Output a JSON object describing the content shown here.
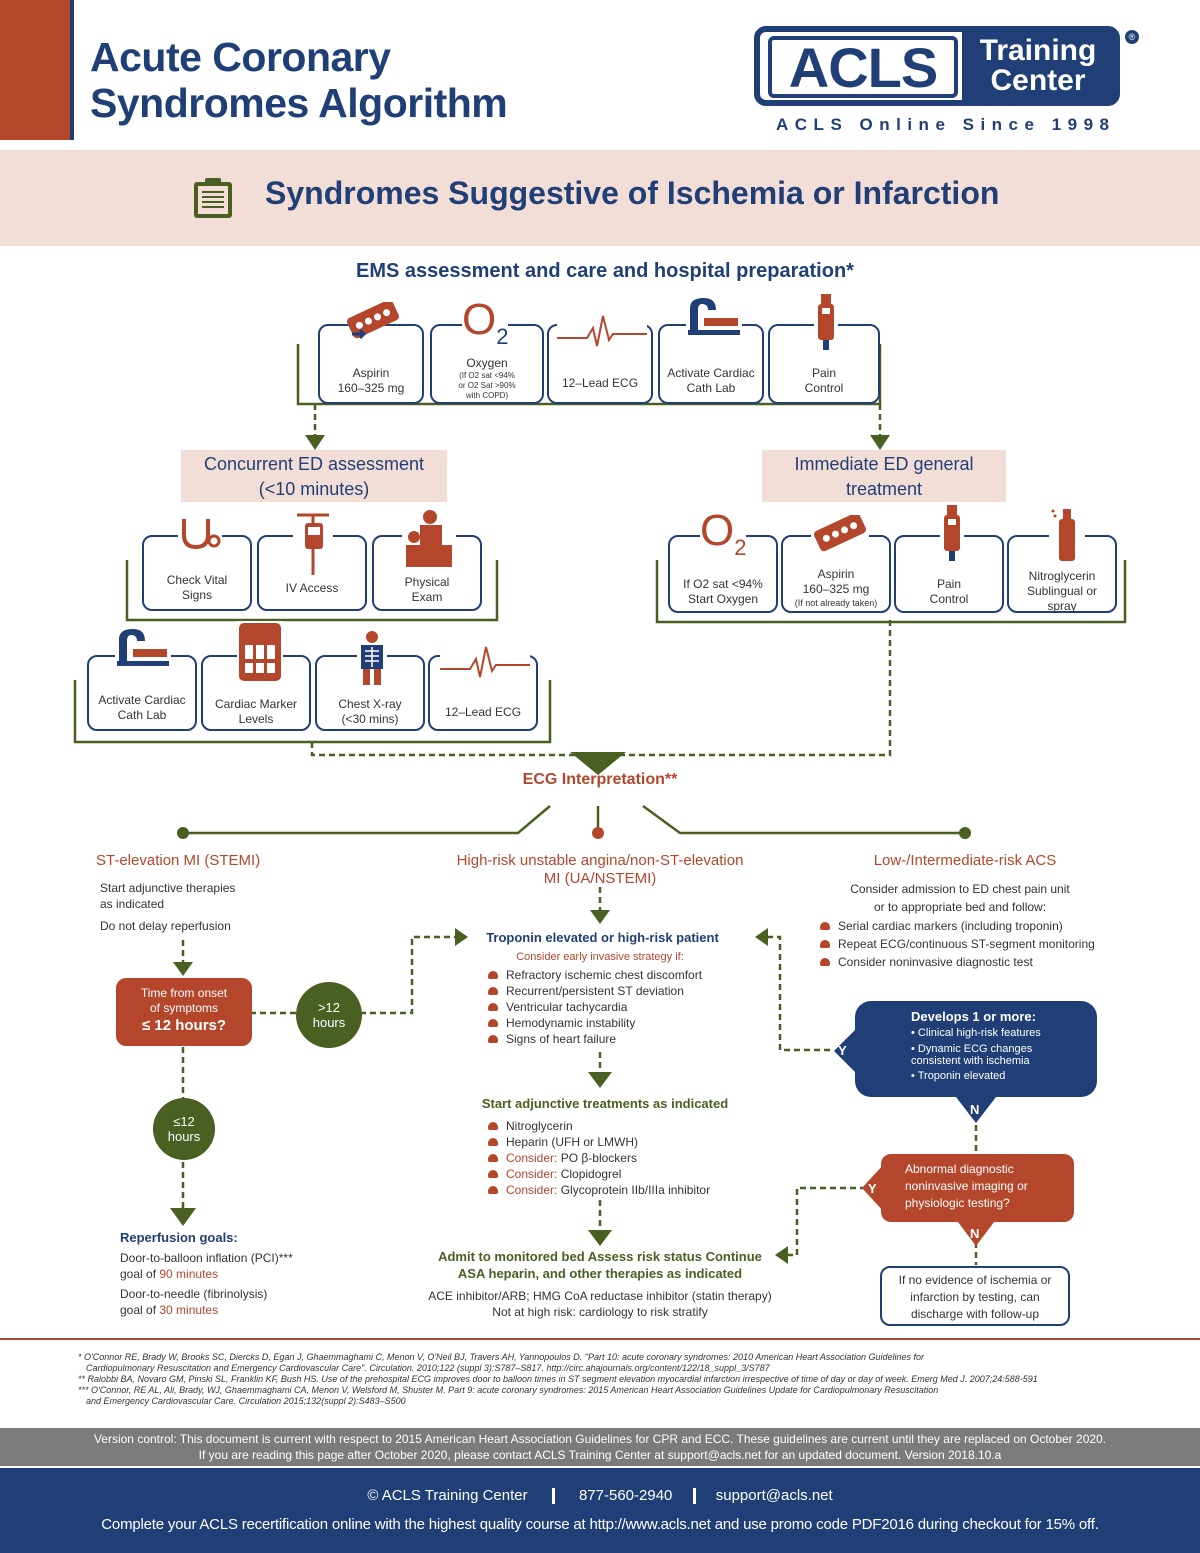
{
  "header": {
    "title_line1": "Acute Coronary",
    "title_line2": "Syndromes Algorithm",
    "logo_main": "ACLS",
    "logo_line1": "Training",
    "logo_line2": "Center",
    "logo_reg": "®",
    "tagline": "ACLS Online Since 1998",
    "band_title": "Syndromes Suggestive of Ischemia or Infarction"
  },
  "ems": {
    "heading": "EMS assessment and care and hospital preparation*",
    "items": [
      {
        "label": "Aspirin\n160–325 mg",
        "icon": "pill-icon"
      },
      {
        "label": "Oxygen",
        "sub": "(If O2 sat <94%\nor O2 Sat >90%\nwith COPD)",
        "icon": "oxygen-icon"
      },
      {
        "label": "12–Lead ECG",
        "icon": "ecg-icon"
      },
      {
        "label": "Activate Cardiac\nCath Lab",
        "icon": "cath-lab-icon"
      },
      {
        "label": "Pain\nControl",
        "icon": "syringe-icon"
      }
    ]
  },
  "concurrent": {
    "heading_line1": "Concurrent ED assessment",
    "heading_line2": "(<10 minutes)",
    "row1": [
      {
        "label": "Check Vital\nSigns"
      },
      {
        "label": "IV Access"
      },
      {
        "label": "Physical\nExam"
      }
    ],
    "row2": [
      {
        "label": "Activate Cardiac\nCath Lab"
      },
      {
        "label": "Cardiac Marker\nLevels"
      },
      {
        "label": "Chest X-ray\n(<30 mins)"
      },
      {
        "label": "12–Lead ECG"
      }
    ]
  },
  "immediate": {
    "heading_line1": "Immediate ED general",
    "heading_line2": "treatment",
    "items": [
      {
        "label": "If O2 sat <94%\nStart Oxygen"
      },
      {
        "label": "Aspirin\n160–325 mg",
        "sub": "(If not already taken)"
      },
      {
        "label": "Pain\nControl"
      },
      {
        "label": "Nitroglycerin\nSublingual or\nspray"
      }
    ]
  },
  "ecg_interpretation": "ECG Interpretation**",
  "stemi": {
    "heading": "ST-elevation MI (STEMI)",
    "line1": "Start adjunctive therapies",
    "line2": "as indicated",
    "line3": "Do not delay reperfusion",
    "time_box_line1": "Time from onset",
    "time_box_line2": "of symptoms",
    "time_box_line3": "≤ 12 hours?",
    "gt12_line1": ">12",
    "gt12_line2": "hours",
    "le12_line1": "≤12",
    "le12_line2": "hours",
    "goals_heading": "Reperfusion goals:",
    "goal1_a": "Door-to-balloon inflation (PCI)***",
    "goal1_b": "goal of ",
    "goal1_c": "90 minutes",
    "goal2_a": "Door-to-needle (fibrinolysis)",
    "goal2_b": "goal of ",
    "goal2_c": "30 minutes"
  },
  "nstemi": {
    "heading_line1": "High-risk unstable angina/non-ST-elevation",
    "heading_line2": "MI (UA/NSTEMI)",
    "troponin_heading": "Troponin elevated or high-risk patient",
    "invasive": "Consider early invasive strategy if:",
    "invasive_items": [
      "Refractory ischemic chest discomfort",
      "Recurrent/persistent ST deviation",
      "Ventricular tachycardia",
      "Hemodynamic instability",
      "Signs of heart failure"
    ],
    "adjunctive_heading": "Start adjunctive treatments as indicated",
    "adjunctive_items": [
      {
        "prefix": "",
        "text": "Nitroglycerin"
      },
      {
        "prefix": "",
        "text": "Heparin (UFH or LMWH)"
      },
      {
        "prefix": "Consider:",
        "text": " PO β-blockers"
      },
      {
        "prefix": "Consider:",
        "text": " Clopidogrel"
      },
      {
        "prefix": "Consider:",
        "text": " Glycoprotein IIb/IIIa inhibitor"
      }
    ],
    "admit_line1": "Admit to monitored bed Assess risk status Continue",
    "admit_line2": "ASA heparin, and other therapies as indicated",
    "admit_sub1": "ACE inhibitor/ARB; HMG CoA reductase inhibitor (statin therapy)",
    "admit_sub2": "Not at high risk: cardiology to risk stratify"
  },
  "low": {
    "heading": "Low-/Intermediate-risk ACS",
    "line1": "Consider admission to ED chest pain unit",
    "line2": "or to appropriate bed and follow:",
    "items": [
      "Serial cardiac markers (including troponin)",
      "Repeat ECG/continuous ST-segment monitoring",
      "Consider noninvasive diagnostic test"
    ],
    "develops_heading": "Develops 1 or more:",
    "develops_items": [
      "Clinical high-risk features",
      "Dynamic ECG changes\nconsistent with ischemia",
      "Troponin elevated"
    ],
    "yes": "Y",
    "no": "N",
    "abnormal_line1": "Abnormal diagnostic",
    "abnormal_line2": "noninvasive imaging or",
    "abnormal_line3": "physiologic testing?",
    "discharge_line1": "If no evidence of ischemia or",
    "discharge_line2": "infarction by testing, can",
    "discharge_line3": "discharge with follow-up"
  },
  "references": [
    "* O'Connor RE, Brady W, Brooks SC, Diercks D, Egan J, Ghaemmaghami C, Menon V, O'Neil BJ, Travers AH, Yannopoulos D. \"Part 10: acute coronary syndromes: 2010 American Heart Association Guidelines for",
    "  Cardiopulmonary Resuscitation and Emergency Cardiovascular Care\". Circulation. 2010;122 (suppl 3):S787–S817. http://circ.ahajournals.org/content/122/18_suppl_3/S787",
    "** Ralobbi BA, Novaro GM, Pinski SL, Franklin KF, Bush HS. Use of the prehospital ECG improves door to balloon times in ST segment elevation myocardial infarction irrespective of time of day or day of week. Emerg Med J. 2007;24:588-591",
    "*** O'Connor, RE AL, Ali, Brady, WJ, Ghaemmaghami CA, Menon V, Welsford M, Shuster M. Part 9: acute coronary syndromes: 2015 American Heart Association Guidelines Update for Cardiopulmonary Resuscitation",
    "  and Emergency Cardiovascular Care. Circulation 2015;132(suppl 2):S483–S500"
  ],
  "version_line1": "Version control: This document is current with respect to 2015 American Heart Association Guidelines for CPR and ECC. These guidelines are current until they are replaced on October 2020.",
  "version_line2": "If you are reading this page after October 2020, please contact ACLS Training Center at support@acls.net for an updated document. Version 2018.10.a",
  "footer": {
    "copyright": "© ACLS Training Center",
    "phone": "877-560-2940",
    "email": "support@acls.net",
    "promo": "Complete your ACLS recertification online with the highest quality course at http://www.acls.net and use promo code PDF2016 during checkout for 15% off."
  },
  "colors": {
    "navy": "#1f3f76",
    "rust": "#b4462b",
    "green": "#4a5f22",
    "pink": "#f3ddd7"
  }
}
